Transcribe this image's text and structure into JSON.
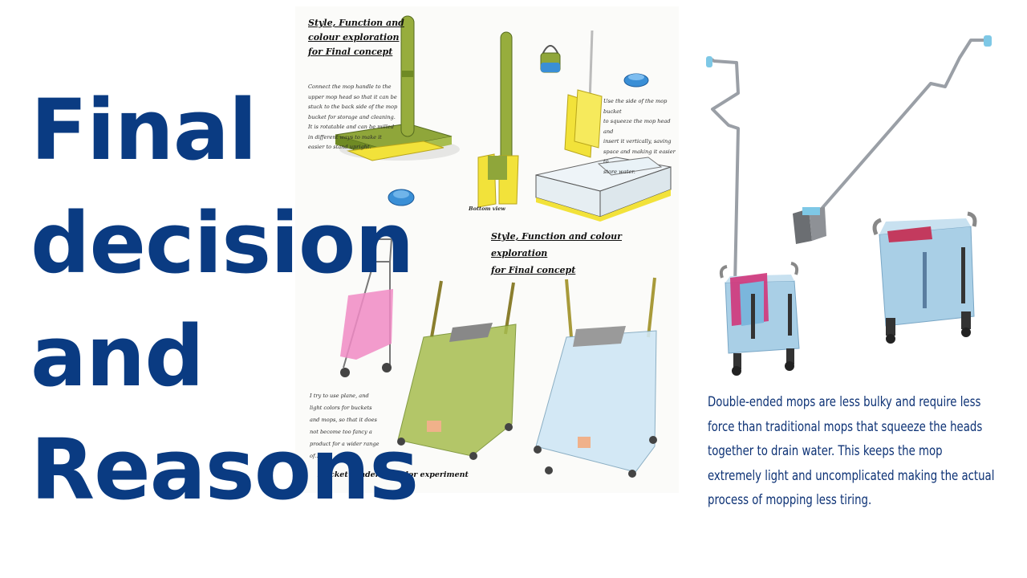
{
  "title": {
    "lines": [
      "Final",
      "decision",
      "and",
      "Reasons"
    ]
  },
  "sketch": {
    "heading_top": [
      "Style, Function and",
      "colour exploration",
      "for Final concept"
    ],
    "note_left": [
      "Connect the mop handle to the",
      "upper mop head so that it can be",
      "stuck to the back side of the mop",
      "bucket for storage and cleaning.",
      "It is rotatable and can be milled",
      "in different ways to make it",
      "easier to stand upright."
    ],
    "note_right": [
      "Use the side of the mop bucket",
      "to squeeze the mop head and",
      "insert it vertically, saving",
      "space and making it easier to",
      "store water."
    ],
    "bottom_view_label": "Bottom view",
    "heading_mid": [
      "Style, Function and colour exploration",
      "for Final concept"
    ],
    "note_bottom": [
      "I try to use plane, and",
      "light colors for buckets",
      "and mops, so that it does",
      "not become too fancy a",
      "product for a wider range",
      "of..."
    ],
    "caption_bottom": "Bucket rendering color experiment"
  },
  "description": {
    "text": "Double-ended mops are less bulky and require less force than traditional mops that squeeze the heads together to drain water. This keeps the mop extremely light and uncomplicated making the actual process of mopping less tiring."
  },
  "colors": {
    "title": "#0a3b82",
    "description": "#0d3275",
    "mop_green": "#8fa63a",
    "mop_yellow": "#f2e23a",
    "bucket_blue": "#a9cfe6",
    "bucket_pink": "#f08ac4",
    "accent_blue": "#3a8fd6"
  }
}
